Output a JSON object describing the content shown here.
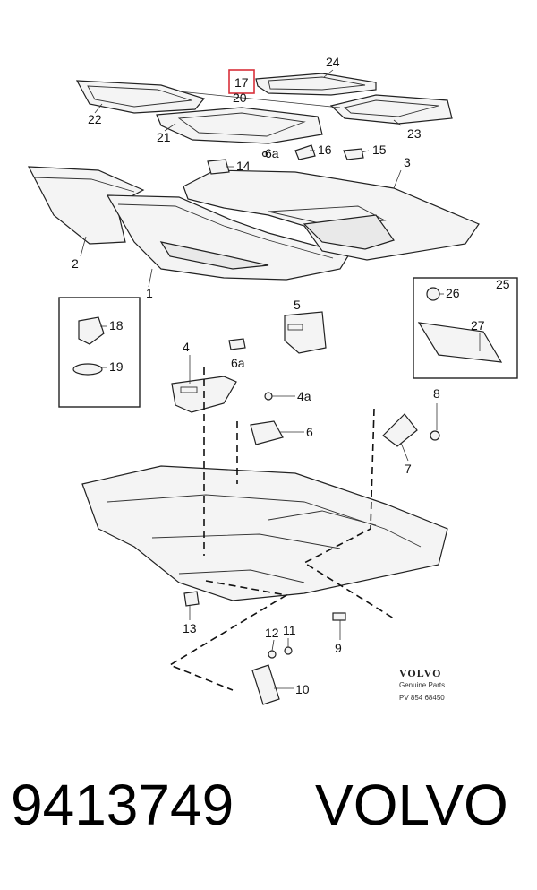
{
  "diagram": {
    "highlighted_callout": "17",
    "callouts": [
      "24",
      "17",
      "20",
      "22",
      "21",
      "23",
      "6a",
      "16",
      "15",
      "14",
      "3",
      "2",
      "1",
      "5",
      "4",
      "6a",
      "4a",
      "18",
      "19",
      "26",
      "25",
      "27",
      "8",
      "6",
      "7",
      "13",
      "12",
      "11",
      "9",
      "10"
    ],
    "brand_logo": "VOLVO",
    "genuine_parts": "Genuine Parts",
    "publication_code": "PV 854 68450",
    "highlight_color": "#d9303a"
  },
  "caption": {
    "part_number": "9413749",
    "brand": "VOLVO"
  }
}
